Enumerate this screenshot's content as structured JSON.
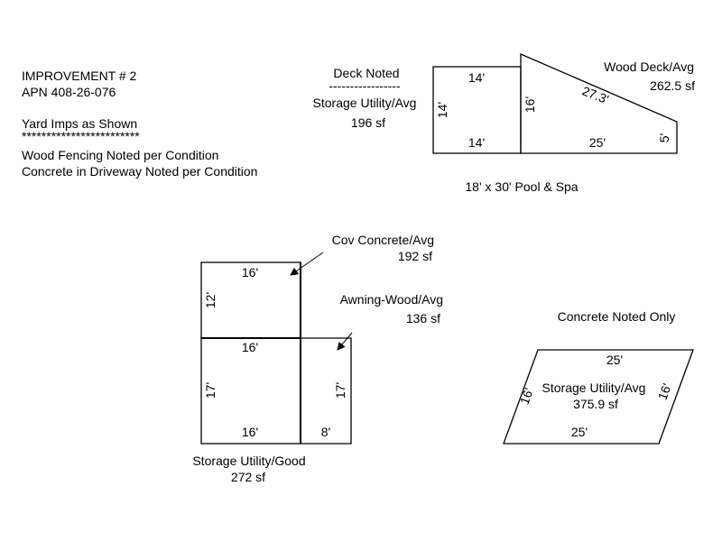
{
  "notes": {
    "line1": "IMPROVEMENT # 2",
    "line2": "APN 408-26-076",
    "line3": "Yard Imps as Shown",
    "line4": "************************",
    "line5": "Wood Fencing Noted per Condition",
    "line6": "Concrete in Driveway Noted per Condition"
  },
  "deck_noted": {
    "title": "Deck Noted",
    "rule": "-----------------",
    "label": "Storage Utility/Avg",
    "area": "196 sf",
    "dim_top": "14'",
    "dim_left": "14'",
    "dim_bottom": "14'"
  },
  "wood_deck": {
    "label": "Wood Deck/Avg",
    "area": "262.5 sf",
    "dim_left": "16'",
    "dim_slope": "27.3'",
    "dim_bottom": "25'",
    "dim_right": "5'"
  },
  "pool": {
    "label": "18' x 30' Pool & Spa"
  },
  "cov_concrete": {
    "label": "Cov Concrete/Avg",
    "area": "192 sf",
    "dim_top": "16'",
    "dim_left": "12'"
  },
  "awning": {
    "label": "Awning-Wood/Avg",
    "area": "136 sf",
    "dim_right": "17'",
    "dim_bottom": "8'"
  },
  "storage_good": {
    "label": "Storage Utility/Good",
    "area": "272 sf",
    "dim_top": "16'",
    "dim_left": "17'",
    "dim_bottom": "16'"
  },
  "concrete_only": {
    "title": "Concrete Noted Only",
    "label": "Storage Utility/Avg",
    "area": "375.9 sf",
    "dim_top": "25'",
    "dim_left": "16'",
    "dim_right": "16'",
    "dim_bottom": "25'"
  }
}
